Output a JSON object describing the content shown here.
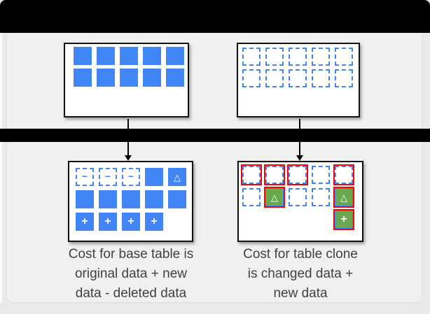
{
  "colors": {
    "bar": "#000000",
    "page_bg": "#e9e9e9",
    "panel_bg": "#f0f0f0",
    "box_border": "#111111",
    "blue": "#4285f4",
    "green": "#6aa84f",
    "red": "#ff0000",
    "text": "#3f4245"
  },
  "glyphs": {
    "minus": "−",
    "plus": "+",
    "triangle": "△"
  },
  "cell_glyphs": {
    "dashed-minus": "minus",
    "solid-plus": "plus",
    "red-green-plus": "plus",
    "solid-triangle": "triangle",
    "red-green-triangle": "triangle"
  },
  "diagram": {
    "top_left_table": {
      "cells": [
        "solid",
        "solid",
        "solid",
        "solid",
        "solid",
        "solid",
        "solid",
        "solid",
        "solid",
        "solid"
      ]
    },
    "top_right_table": {
      "cells": [
        "dashed",
        "dashed",
        "dashed",
        "dashed",
        "dashed",
        "dashed",
        "dashed",
        "dashed",
        "dashed",
        "dashed"
      ]
    },
    "bottom_left_table": {
      "cells": [
        "dashed-minus",
        "dashed-minus",
        "dashed-minus",
        "solid",
        "solid-triangle",
        "solid",
        "solid",
        "solid",
        "solid",
        "solid",
        "solid-plus",
        "solid-plus",
        "solid-plus",
        "solid-plus",
        "empty"
      ]
    },
    "bottom_right_table": {
      "cells": [
        "red-dashed",
        "red-dashed",
        "red-dashed",
        "dashed",
        "red-dashed",
        "dashed",
        "red-green-triangle",
        "dashed",
        "dashed",
        "red-green-triangle",
        "empty",
        "empty",
        "empty",
        "empty",
        "red-green-plus"
      ]
    },
    "captions": {
      "left": "Cost for base table is\noriginal data + new\ndata - deleted data",
      "right": "Cost for table clone\nis changed data +\nnew data"
    }
  }
}
